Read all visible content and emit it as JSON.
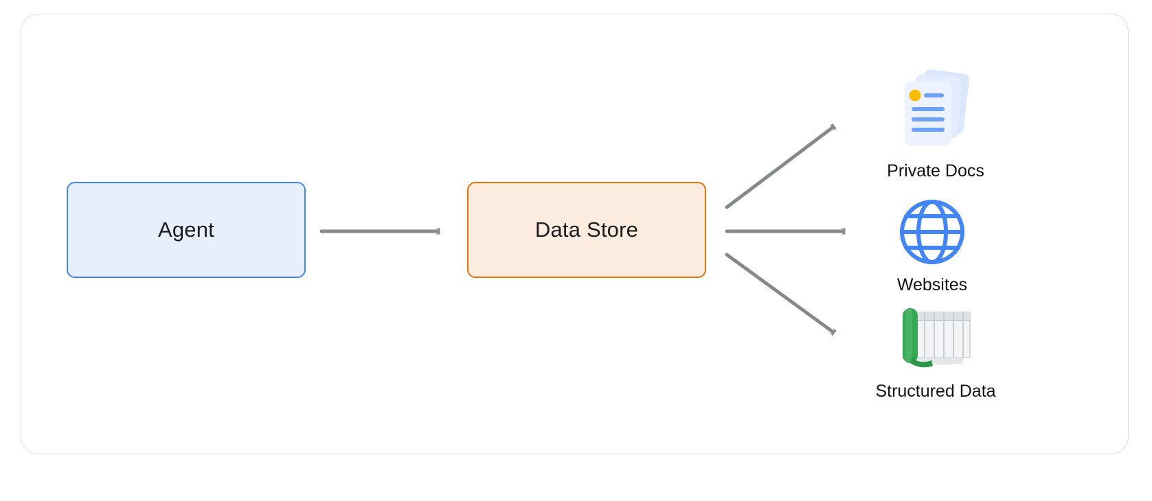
{
  "diagram": {
    "nodes": {
      "agent": {
        "label": "Agent"
      },
      "data_store": {
        "label": "Data Store"
      }
    },
    "endpoints": [
      {
        "label": "Private Docs",
        "icon": "documents-icon"
      },
      {
        "label": "Websites",
        "icon": "globe-icon"
      },
      {
        "label": "Structured Data",
        "icon": "spreadsheet-scroll-icon"
      }
    ],
    "colors": {
      "agent_fill": "#e7effd",
      "agent_border": "#4285f4",
      "data_store_fill": "#fcece0",
      "data_store_border": "#e8710a",
      "arrow_gray": "#85898c",
      "globe_blue": "#4285f4",
      "doc_sheet_blue": "#d6e4fc",
      "doc_line_blue": "#6ea0f5",
      "doc_dot_yellow": "#fbbc04",
      "scroll_green": "#34a853",
      "table_gray": "#e8eaed",
      "card_border": "#dde0e3",
      "label_text": "#141414"
    }
  }
}
